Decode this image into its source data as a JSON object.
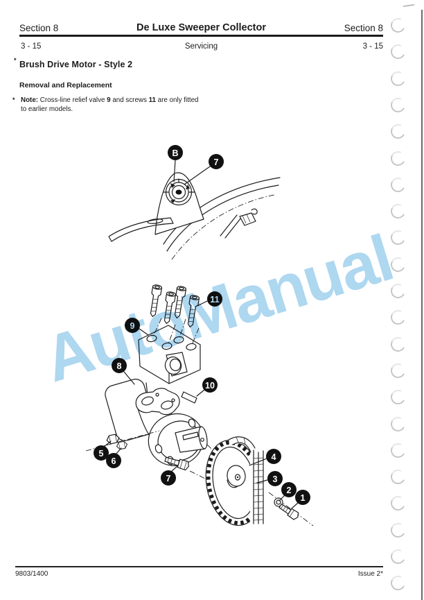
{
  "header": {
    "left": "Section 8",
    "center": "De Luxe Sweeper Collector",
    "right": "Section 8",
    "sub_left": "3 - 15",
    "sub_center": "Servicing",
    "sub_right": "3 - 15"
  },
  "title": {
    "star": "*",
    "text": "Brush Drive Motor - Style 2"
  },
  "subtitle": "Removal and Replacement",
  "note": {
    "star": "*",
    "label": "Note:",
    "text_1": " Cross-line relief valve ",
    "bold_1": "9",
    "text_2": " and screws ",
    "bold_2": "11",
    "text_3": " are only fitted",
    "line_2": "to earlier models."
  },
  "watermark": {
    "text": "AutoManual",
    "color": "#aed7f0"
  },
  "diagram": {
    "description": "Exploded view of brush drive motor, valve block, screws, key, nuts, bolts, washer, chain and sprocket",
    "callouts": [
      {
        "label": "B"
      },
      {
        "label": "7"
      },
      {
        "label": "11"
      },
      {
        "label": "9"
      },
      {
        "label": "8"
      },
      {
        "label": "10"
      },
      {
        "label": "5"
      },
      {
        "label": "6"
      },
      {
        "label": "7"
      },
      {
        "label": "4"
      },
      {
        "label": "3"
      },
      {
        "label": "2"
      },
      {
        "label": "1"
      }
    ]
  },
  "footer": {
    "left": "9803/1400",
    "right": "Issue 2*"
  },
  "page_edge": {
    "binding_hole_count": 22
  }
}
